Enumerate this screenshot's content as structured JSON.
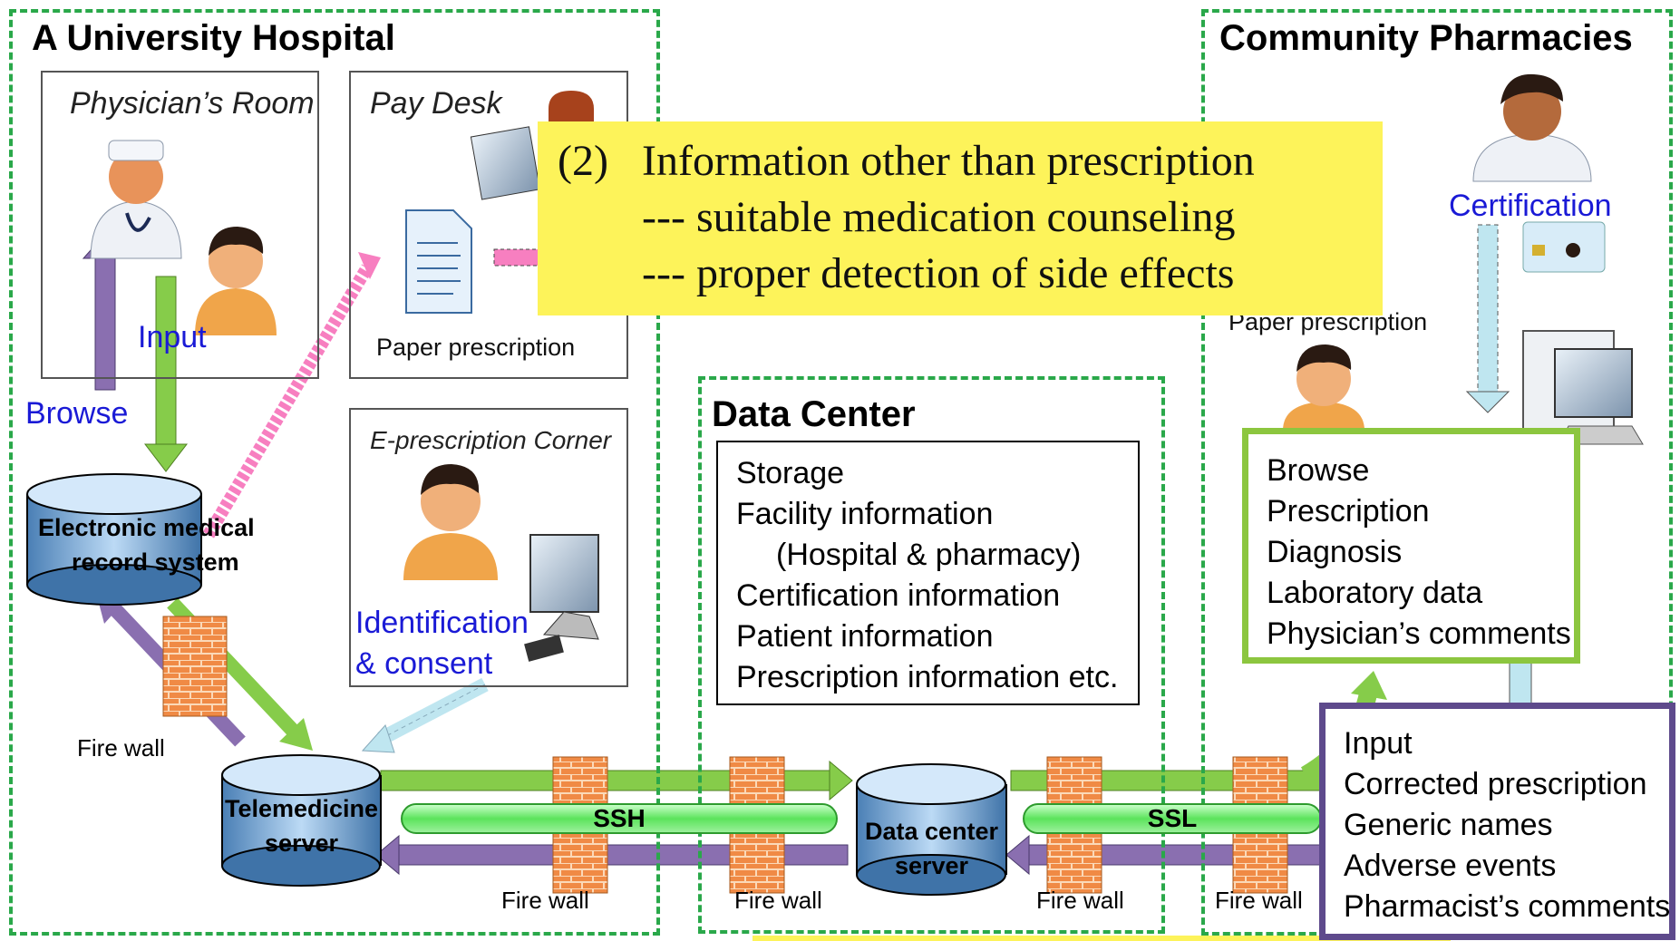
{
  "zones": {
    "hospital": "A University Hospital",
    "pharmacies": "Community Pharmacies",
    "data_center": "Data Center"
  },
  "rooms": {
    "physician": "Physician’s Room",
    "pay_desk": "Pay Desk",
    "eprescription": "E-prescription Corner"
  },
  "labels": {
    "input": "Input",
    "browse": "Browse",
    "paper_prescription_hospital": "Paper prescription",
    "paper_prescription_pharmacy": "Paper prescription",
    "identification_line1": "Identification",
    "identification_line2": "& consent",
    "certification": "Certification"
  },
  "systems": {
    "emr_line1": "Electronic medical",
    "emr_line2": "record system",
    "telemedicine_line1": "Telemedicine",
    "telemedicine_line2": "server",
    "datacenter_line1": "Data center",
    "datacenter_line2": "server"
  },
  "firewalls": [
    "Fire wall",
    "Fire wall",
    "Fire wall",
    "Fire wall",
    "Fire wall"
  ],
  "pipes": {
    "ssh": "SSH",
    "ssl": "SSL"
  },
  "callout": {
    "num": "(2)",
    "line1": "Information other than prescription",
    "line2": "--- suitable medication counseling",
    "line3": "--- proper detection of  side effects"
  },
  "storage": {
    "title": "Storage",
    "items": [
      "Facility information",
      "(Hospital & pharmacy)",
      "Certification information",
      "Patient information",
      "Prescription information etc."
    ]
  },
  "browse_panel": {
    "title": "Browse",
    "items": [
      "Prescription",
      "Diagnosis",
      "Laboratory data",
      "Physician’s comments"
    ]
  },
  "input_panel": {
    "title": "Input",
    "items": [
      "Corrected prescription",
      "Generic names",
      "Adverse events",
      "Pharmacist’s comments"
    ]
  },
  "colors": {
    "zone_border": "#2aa84a",
    "callout_bg": "#fdf35a",
    "browse_border": "#8cc63f",
    "input_border": "#5e4a8c",
    "label_blue": "#1a1ad6",
    "arrow_green": "#86cc4a",
    "arrow_purple": "#8a6fb0",
    "arrow_pink": "#f77fc0",
    "arrow_lightblue": "#bfe6f0"
  }
}
